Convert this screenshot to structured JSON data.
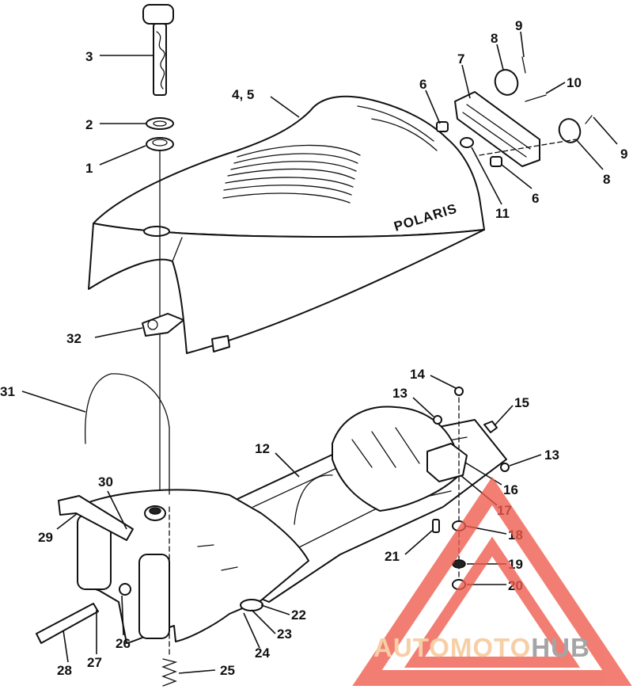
{
  "diagram": {
    "brand_text": "POLARIS",
    "labels": [
      "1",
      "2",
      "3",
      "4, 5",
      "6",
      "6",
      "7",
      "8",
      "8",
      "9",
      "9",
      "10",
      "11",
      "12",
      "13",
      "13",
      "14",
      "15",
      "16",
      "17",
      "18",
      "19",
      "20",
      "21",
      "22",
      "23",
      "24",
      "25",
      "26",
      "27",
      "28",
      "29",
      "30",
      "31",
      "32"
    ]
  },
  "watermark": {
    "part1": "AUTOMOTO",
    "part2": "HUB",
    "color_light": "#f4c28e",
    "color_accent": "#ef5a4c",
    "color_dark": "#8c8c8c"
  }
}
